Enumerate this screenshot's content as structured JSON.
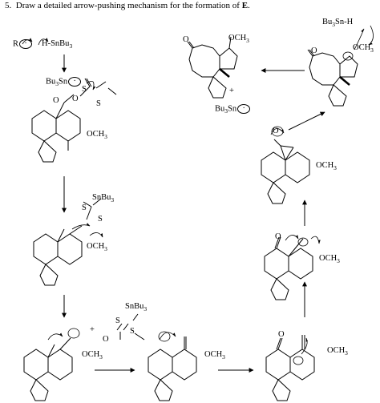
{
  "question": {
    "number": "5.",
    "text": "Draw a detailed arrow-pushing mechanism for the formation of",
    "target": "E"
  },
  "labels": {
    "r": "R",
    "h_sn": "H-SnBu",
    "sn3": "3",
    "bu3sn": "Bu",
    "sn_suffix": "Sn",
    "och3": "OCH",
    "three": "3",
    "o": "O",
    "s": "S",
    "snbu": "SnBu",
    "sn_h": "Sn-H",
    "plus": "+",
    "dot": "·"
  }
}
